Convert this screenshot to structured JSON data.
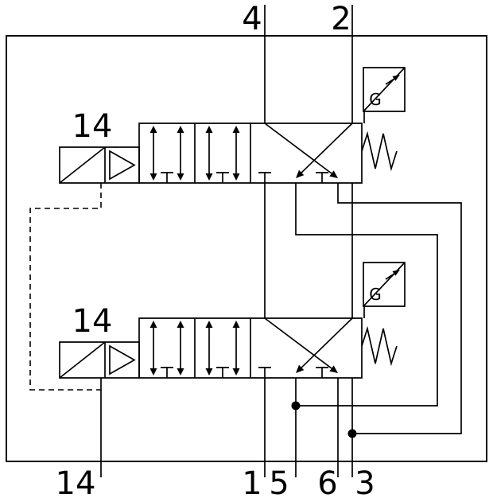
{
  "ports": {
    "top": {
      "p4": "4",
      "p2": "2"
    },
    "bottom": {
      "p14": "14",
      "p1": "1",
      "p5": "5",
      "p6": "6",
      "p3": "3"
    }
  },
  "valves": {
    "upper": {
      "pilot_label": "14",
      "gauge_label": "G"
    },
    "lower": {
      "pilot_label": "14",
      "gauge_label": "G"
    }
  },
  "colors": {
    "line": "#000000",
    "background": "#ffffff"
  }
}
